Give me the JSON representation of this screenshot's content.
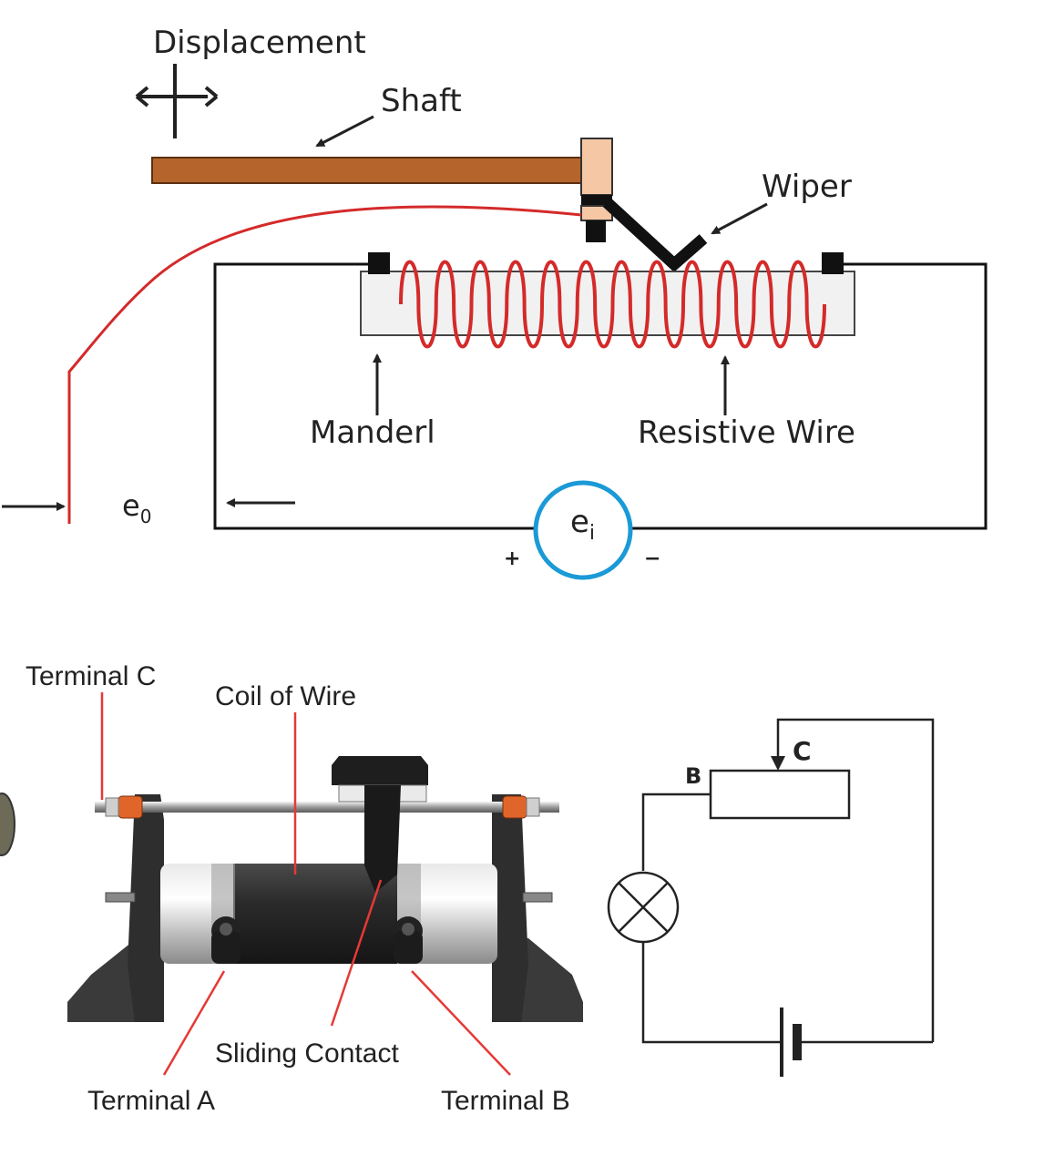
{
  "top_diagram": {
    "labels": {
      "displacement": "Displacement",
      "shaft": "Shaft",
      "wiper": "Wiper",
      "mandrel": "Manderl",
      "resistive_wire": "Resistive Wire",
      "output_base": "e",
      "output_sub": "0",
      "input_base": "e",
      "input_sub": "i",
      "plus": "+",
      "minus": "−"
    },
    "colors": {
      "shaft": "#b5652b",
      "wire": "#d42a2a",
      "source_circle": "#1a9ad6",
      "mandrel": "#f1f1f1",
      "wiper_block": "#f5c7a5"
    }
  },
  "rheostat_illustration": {
    "labels": {
      "terminal_c": "Terminal C",
      "coil_of_wire": "Coil of Wire",
      "sliding_contact": "Sliding Contact",
      "terminal_a": "Terminal A",
      "terminal_b": "Terminal B"
    },
    "colors": {
      "leader_lines": "#e53935",
      "body": "#3a3a3a",
      "coil": "#2e2e2e"
    }
  },
  "schematic": {
    "labels": {
      "b": "B",
      "c": "C"
    }
  }
}
